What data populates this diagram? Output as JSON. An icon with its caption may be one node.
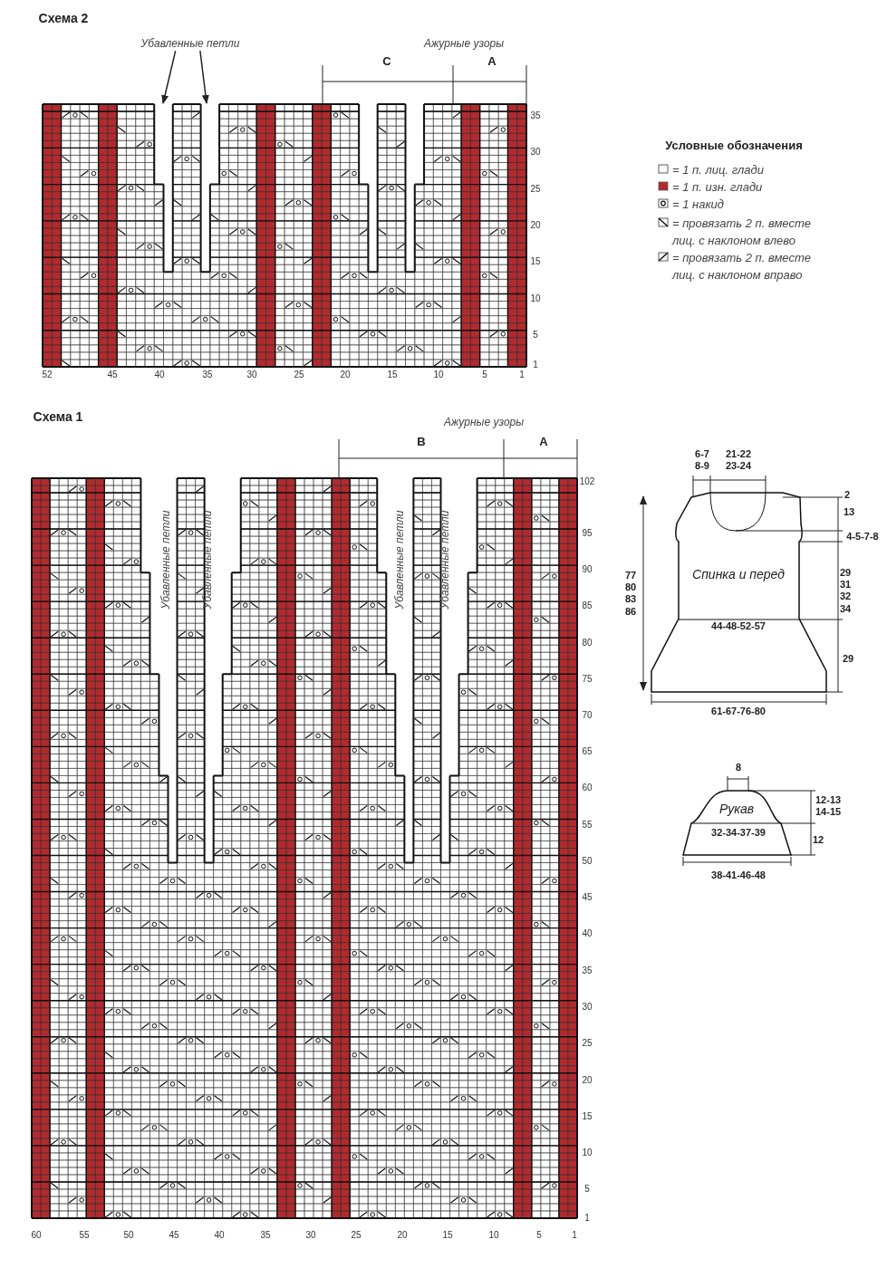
{
  "diagram": {
    "nodes": [
      {
        "text": [
          "Убавленные петли"
        ]
      },
      {
        "text": [
          "Спинка и перед"
        ]
      },
      {
        "text": [
          "Рукав"
        ]
      },
      {
        "text": [],
        "shape": "picture"
      }
    ],
    "edges": [
      {
        "from": 0,
        "to": 3,
        "arrow": "to"
      },
      {
        "from": 0,
        "to": 3,
        "arrow": "to"
      }
    ],
    "labels": [
      "Схема 2",
      "Ажурные узоры",
      "C",
      "A",
      "35",
      "30",
      "25",
      "20",
      "15",
      "10",
      "5",
      "1",
      "52",
      "45",
      "40",
      "35",
      "30",
      "25",
      "20",
      "15",
      "10",
      "5",
      "1",
      "Условные обозначения",
      "Схема 1",
      "Ажурные узоры",
      "B",
      "A",
      "Убавленные петли",
      "Убавленные петли",
      "Убавленные петли",
      "Убавленные петли",
      "102",
      "95",
      "90",
      "85",
      "80",
      "75",
      "70",
      "65",
      "60",
      "55",
      "50",
      "45",
      "40",
      "35",
      "30",
      "25",
      "20",
      "15",
      "10",
      "5",
      "1",
      "60",
      "55",
      "50",
      "45",
      "40",
      "35",
      "30",
      "25",
      "20",
      "15",
      "10",
      "5",
      "1",
      "6-7 8-9",
      "21-22 23-24",
      "2",
      "13",
      "4-5-7-8",
      "77 80 83 86",
      "29 31 32 34",
      "44-48-52-57",
      "29",
      "61-67-76-80",
      "8",
      "12-13 14-15",
      "32-34-37-39",
      "12",
      "38-41-46-48"
    ],
    "legend": [
      {
        "text": "= 1 п. лиц. глади"
      },
      {
        "text": "= 1 п. изн. глади",
        "color": "#b22a2e"
      },
      {
        "text": "= 1 накид"
      },
      {
        "text": "= провязать 2 п. вместе лиц. с наклоном влево"
      },
      {
        "text": "= провязать 2 п. вместе лиц. с наклоном вправо"
      }
    ]
  }
}
